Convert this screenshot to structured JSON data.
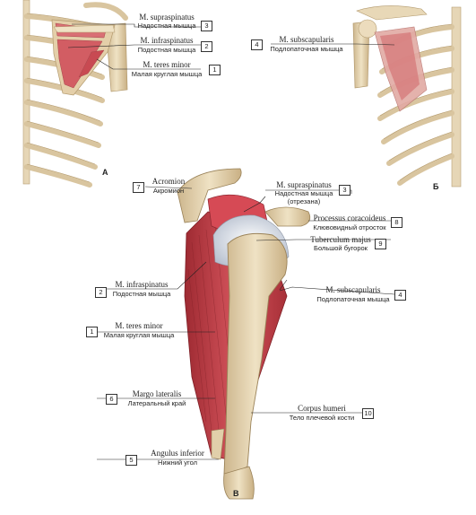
{
  "panels": {
    "a": "А",
    "b": "Б",
    "c": "В"
  },
  "labels": [
    {
      "id": "supraspinatus-a",
      "num": "3",
      "lat": "M. supraspinatus",
      "ru": "Надостная мышца"
    },
    {
      "id": "infraspinatus-a",
      "num": "2",
      "lat": "M. infraspinatus",
      "ru": "Подостная мышца"
    },
    {
      "id": "teres-minor-a",
      "num": "1",
      "lat": "M. teres minor",
      "ru": "Малая круглая мышца"
    },
    {
      "id": "subscapularis-b",
      "num": "4",
      "lat": "M. subscapularis",
      "ru": "Подлопаточная мышца"
    },
    {
      "id": "acromion",
      "num": "7",
      "lat": "Acromion",
      "ru": "Акромион"
    },
    {
      "id": "supraspinatus-c",
      "num": "3",
      "lat": "M. supraspinatus",
      "ru": "Надостная мышца",
      "ru2": "(отрезана)"
    },
    {
      "id": "coracoid",
      "num": "8",
      "lat": "Processus coracoideus",
      "ru": "Клювовидный отросток"
    },
    {
      "id": "tuberculum",
      "num": "9",
      "lat": "Tuberculum majus",
      "ru": "Большой бугорок"
    },
    {
      "id": "infraspinatus-c",
      "num": "2",
      "lat": "M. infraspinatus",
      "ru": "Подостная мышца"
    },
    {
      "id": "subscapularis-c",
      "num": "4",
      "lat": "M. subscapularis",
      "ru": "Подлопаточная мышца"
    },
    {
      "id": "teres-minor-c",
      "num": "1",
      "lat": "M. teres minor",
      "ru": "Малая круглая мышца"
    },
    {
      "id": "margo",
      "num": "6",
      "lat": "Margo lateralis",
      "ru": "Латеральный край"
    },
    {
      "id": "corpus",
      "num": "10",
      "lat": "Corpus humeri",
      "ru": "Тело плечевой кости"
    },
    {
      "id": "angulus",
      "num": "5",
      "lat": "Angulus inferior",
      "ru": "Нижний угол"
    }
  ]
}
